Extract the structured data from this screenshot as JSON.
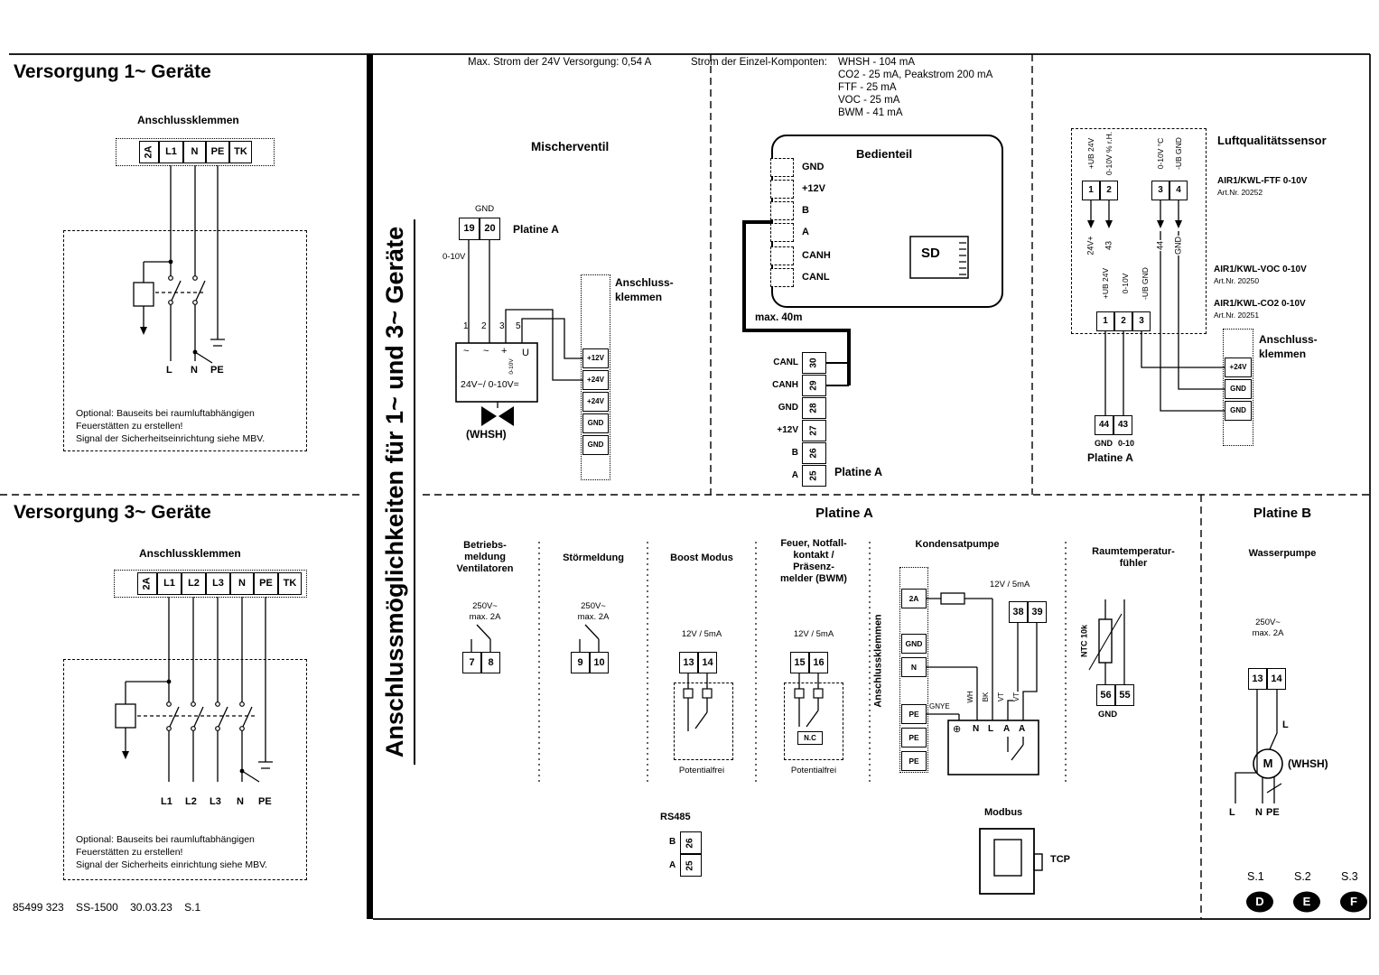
{
  "page": {
    "vertical_title": "Anschlussmöglichkeiten für 1~ und 3~ Geräte",
    "footer": "85499 323    SS-1500    30.03.23    S.1"
  },
  "notes": {
    "max_current": "Max. Strom der 24V Versorgung: 0,54 A",
    "components_label": "Strom der Einzel-Komponten:",
    "components": [
      "WHSH - 104 mA",
      "CO2 - 25 mA, Peakstrom 200 mA",
      "FTF - 25 mA",
      "VOC - 25 mA",
      "BWM - 41 mA"
    ]
  },
  "supply1": {
    "title": "Versorgung 1~ Geräte",
    "klemmen": "Anschlussklemmen",
    "terminals": [
      "2A",
      "L1",
      "N",
      "PE",
      "TK"
    ],
    "phases": [
      "L",
      "N",
      "PE"
    ],
    "note": [
      "Optional: Bauseits bei raumluftabhängigen",
      "Feuerstätten zu erstellen!",
      "Signal der Sicherheitseinrichtung siehe MBV."
    ]
  },
  "supply3": {
    "title": "Versorgung 3~ Geräte",
    "klemmen": "Anschlussklemmen",
    "terminals": [
      "2A",
      "L1",
      "L2",
      "L3",
      "N",
      "PE",
      "TK"
    ],
    "phases": [
      "L1",
      "L2",
      "L3",
      "N",
      "PE"
    ],
    "note": [
      "Optional: Bauseits bei raumluftabhängigen",
      "Feuerstätten zu erstellen!",
      "Signal der Sicherheits einrichtung siehe MBV."
    ]
  },
  "mischer": {
    "title": "Mischerventil",
    "gnd": "GND",
    "t": [
      "19",
      "20"
    ],
    "platine": "Platine A",
    "v010": "0-10V",
    "pins": [
      "1",
      "2",
      "3",
      "5"
    ],
    "sym": [
      "~",
      "~",
      "+",
      "U"
    ],
    "sym_v010": "0-10V",
    "box_label": "24V~/ 0-10V=",
    "whsh": "(WHSH)",
    "klemmen1": "Anschluss-",
    "klemmen2": "klemmen",
    "cells": [
      "+12V",
      "+24V",
      "+24V",
      "GND",
      "GND"
    ]
  },
  "bedien": {
    "title": "Bedienteil",
    "pins": [
      "GND",
      "+12V",
      "B",
      "A",
      "CANH",
      "CANL"
    ],
    "sd": "SD",
    "max40": "max. 40m",
    "row_labels": [
      "CANL",
      "CANH",
      "GND",
      "+12V",
      "B",
      "A"
    ],
    "row_nums": [
      "30",
      "29",
      "28",
      "27",
      "26",
      "25"
    ],
    "platine": "Platine A"
  },
  "air": {
    "title": "Luftqualitätssensor",
    "ftf_pins": [
      "+UB 24V",
      "0-10V % r.H.",
      "0-10V °C",
      "-UB GND"
    ],
    "ftf_t": [
      "1",
      "2",
      "3",
      "4"
    ],
    "ftf_name": "AIR1/KWL-FTF 0-10V",
    "ftf_art": "Art.Nr. 20252",
    "wire_labels": [
      "24V+",
      "43",
      "44",
      "GND"
    ],
    "voc_pins": [
      "+UB 24V",
      "0-10V",
      "-UB GND"
    ],
    "voc_t": [
      "1",
      "2",
      "3"
    ],
    "voc_name": "AIR1/KWL-VOC 0-10V",
    "voc_art": "Art.Nr. 20250",
    "co2_name": "AIR1/KWL-CO2 0-10V",
    "co2_art": "Art.Nr. 20251",
    "klemmen1": "Anschluss-",
    "klemmen2": "klemmen",
    "cells": [
      "+24V",
      "GND",
      "GND"
    ],
    "t": [
      "44",
      "43"
    ],
    "gnd": "GND",
    "v010": "0-10",
    "platine": "Platine A"
  },
  "pa": {
    "title": "Platine A",
    "betrieb_lines": [
      "Betriebs-",
      "meldung",
      "Ventilatoren"
    ],
    "betrieb_rating": [
      "250V~",
      "max. 2A"
    ],
    "betrieb_t": [
      "7",
      "8"
    ],
    "stoer_title": "Störmeldung",
    "stoer_rating": [
      "250V~",
      "max. 2A"
    ],
    "stoer_t": [
      "9",
      "10"
    ],
    "boost_title": "Boost Modus",
    "boost_rating": "12V / 5mA",
    "boost_t": [
      "13",
      "14"
    ],
    "boost_pot": "Potentialfrei",
    "feuer_lines": [
      "Feuer, Notfall-",
      "kontakt /",
      "Präsenz-",
      "melder (BWM)"
    ],
    "feuer_rating": "12V / 5mA",
    "feuer_t": [
      "15",
      "16"
    ],
    "feuer_nc": "N.C",
    "feuer_pot": "Potentialfrei",
    "kond_title": "Kondensatpumpe",
    "kond_klemmen": "Anschlussklemmen",
    "kond_cells": [
      "2A",
      "GND",
      "N",
      "PE",
      "PE",
      "PE"
    ],
    "kond_rating": "12V / 5mA",
    "kond_t": [
      "38",
      "39"
    ],
    "kond_wires": [
      "GNYE",
      "WH",
      "BK",
      "VT",
      "VT"
    ],
    "kond_pins": [
      "⊕",
      "N",
      "L",
      "A",
      "A"
    ],
    "raum_lines": [
      "Raumtemperatur-",
      "fühler"
    ],
    "raum_ntc": "NTC 10k",
    "raum_t": [
      "56",
      "55"
    ],
    "raum_gnd": "GND",
    "rs485_title": "RS485",
    "rs485_labels": [
      "B",
      "A"
    ],
    "rs485_t": [
      "26",
      "25"
    ],
    "modbus_title": "Modbus",
    "modbus_tcp": "TCP"
  },
  "pb": {
    "title": "Platine B",
    "wasser_title": "Wasserpumpe",
    "wasser_rating": [
      "250V~",
      "max. 2A"
    ],
    "wasser_t": [
      "13",
      "14"
    ],
    "wasser_l": "L",
    "wasser_m": "M",
    "wasser_whsh": "(WHSH)",
    "wasser_phases": [
      "L",
      "N",
      "PE"
    ]
  },
  "pages": {
    "labels": [
      "S.1",
      "S.2",
      "S.3"
    ],
    "letters": [
      "D",
      "E",
      "F"
    ]
  }
}
